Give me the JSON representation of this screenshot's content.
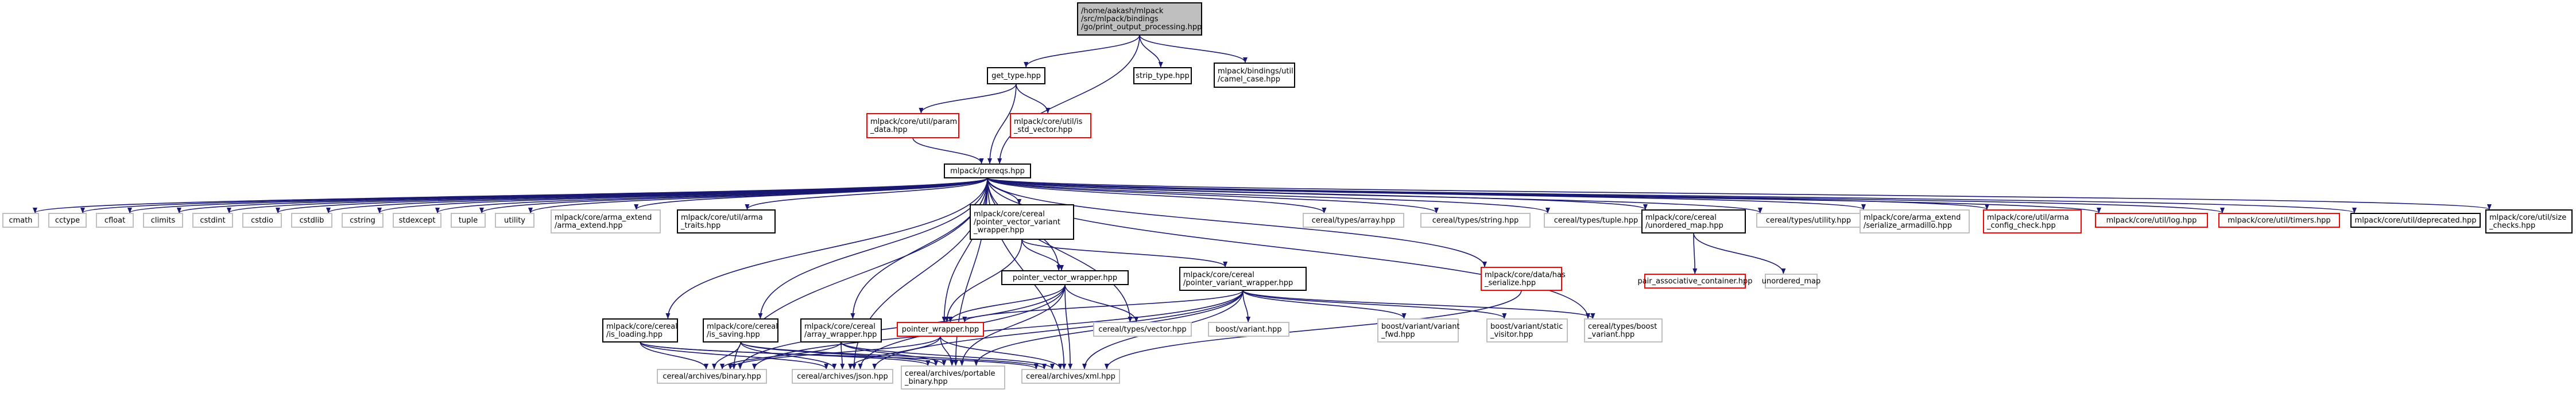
{
  "colors": {
    "edge": "#191970",
    "root_fill": "#bfbfbf",
    "normal_fill": "#ffffff",
    "normal_border": "#000000",
    "gray_border": "#bfbfbf",
    "red_border": "#ff0000",
    "text": "#000000"
  },
  "nodes": [
    {
      "id": "root",
      "style": "root",
      "lines": [
        "/home/aakash/mlpack",
        "/src/mlpack/bindings",
        "/go/print_output_processing.hpp"
      ]
    },
    {
      "id": "get_type",
      "style": "normal",
      "lines": [
        "get_type.hpp"
      ]
    },
    {
      "id": "strip_type",
      "style": "normal",
      "lines": [
        "strip_type.hpp"
      ]
    },
    {
      "id": "camel_case",
      "style": "normal",
      "lines": [
        "mlpack/bindings/util",
        "/camel_case.hpp"
      ]
    },
    {
      "id": "param_data",
      "style": "red",
      "lines": [
        "mlpack/core/util/param",
        "_data.hpp"
      ]
    },
    {
      "id": "is_std_vector",
      "style": "red",
      "lines": [
        "mlpack/core/util/is",
        "_std_vector.hpp"
      ]
    },
    {
      "id": "prereqs",
      "style": "normal",
      "lines": [
        "mlpack/prereqs.hpp"
      ]
    },
    {
      "id": "cmath",
      "style": "gray",
      "lines": [
        "cmath"
      ]
    },
    {
      "id": "cctype",
      "style": "gray",
      "lines": [
        "cctype"
      ]
    },
    {
      "id": "cfloat",
      "style": "gray",
      "lines": [
        "cfloat"
      ]
    },
    {
      "id": "climits",
      "style": "gray",
      "lines": [
        "climits"
      ]
    },
    {
      "id": "cstdint",
      "style": "gray",
      "lines": [
        "cstdint"
      ]
    },
    {
      "id": "cstdio",
      "style": "gray",
      "lines": [
        "cstdio"
      ]
    },
    {
      "id": "cstdlib",
      "style": "gray",
      "lines": [
        "cstdlib"
      ]
    },
    {
      "id": "cstring",
      "style": "gray",
      "lines": [
        "cstring"
      ]
    },
    {
      "id": "stdexcept",
      "style": "gray",
      "lines": [
        "stdexcept"
      ]
    },
    {
      "id": "tuple",
      "style": "gray",
      "lines": [
        "tuple"
      ]
    },
    {
      "id": "utility",
      "style": "gray",
      "lines": [
        "utility"
      ]
    },
    {
      "id": "arma_extend",
      "style": "gray",
      "lines": [
        "mlpack/core/arma_extend",
        "/arma_extend.hpp"
      ]
    },
    {
      "id": "arma_traits",
      "style": "normal",
      "lines": [
        "mlpack/core/util/arma",
        "_traits.hpp"
      ]
    },
    {
      "id": "pvv_wrapper",
      "style": "normal",
      "lines": [
        "mlpack/core/cereal",
        "/pointer_vector_variant",
        "_wrapper.hpp"
      ]
    },
    {
      "id": "types_array",
      "style": "gray",
      "lines": [
        "cereal/types/array.hpp"
      ]
    },
    {
      "id": "types_string",
      "style": "gray",
      "lines": [
        "cereal/types/string.hpp"
      ]
    },
    {
      "id": "types_tuple",
      "style": "gray",
      "lines": [
        "cereal/types/tuple.hpp"
      ]
    },
    {
      "id": "unordered_map",
      "style": "normal",
      "lines": [
        "mlpack/core/cereal",
        "/unordered_map.hpp"
      ]
    },
    {
      "id": "types_utility",
      "style": "gray",
      "lines": [
        "cereal/types/utility.hpp"
      ]
    },
    {
      "id": "serialize_armadillo",
      "style": "gray",
      "lines": [
        "mlpack/core/arma_extend",
        "/serialize_armadillo.hpp"
      ]
    },
    {
      "id": "arma_config_check",
      "style": "red",
      "lines": [
        "mlpack/core/util/arma",
        "_config_check.hpp"
      ]
    },
    {
      "id": "log",
      "style": "red",
      "lines": [
        "mlpack/core/util/log.hpp"
      ]
    },
    {
      "id": "timers",
      "style": "red",
      "lines": [
        "mlpack/core/util/timers.hpp"
      ]
    },
    {
      "id": "deprecated",
      "style": "normal",
      "lines": [
        "mlpack/core/util/deprecated.hpp"
      ]
    },
    {
      "id": "size_checks",
      "style": "normal",
      "lines": [
        "mlpack/core/util/size",
        "_checks.hpp"
      ]
    },
    {
      "id": "pointer_vector_wrapper",
      "style": "normal",
      "lines": [
        "pointer_vector_wrapper.hpp"
      ]
    },
    {
      "id": "pvariant_wrapper",
      "style": "normal",
      "lines": [
        "mlpack/core/cereal",
        "/pointer_variant_wrapper.hpp"
      ]
    },
    {
      "id": "has_serialize",
      "style": "red",
      "lines": [
        "mlpack/core/data/has",
        "_serialize.hpp"
      ]
    },
    {
      "id": "pair_assoc",
      "style": "red",
      "lines": [
        "pair_associative_container.hpp"
      ]
    },
    {
      "id": "unordered_map_std",
      "style": "gray",
      "lines": [
        "unordered_map"
      ]
    },
    {
      "id": "is_loading",
      "style": "normal",
      "lines": [
        "mlpack/core/cereal",
        "/is_loading.hpp"
      ]
    },
    {
      "id": "is_saving",
      "style": "normal",
      "lines": [
        "mlpack/core/cereal",
        "/is_saving.hpp"
      ]
    },
    {
      "id": "array_wrapper",
      "style": "normal",
      "lines": [
        "mlpack/core/cereal",
        "/array_wrapper.hpp"
      ]
    },
    {
      "id": "pointer_wrapper",
      "style": "red",
      "lines": [
        "pointer_wrapper.hpp"
      ]
    },
    {
      "id": "types_vector",
      "style": "gray",
      "lines": [
        "cereal/types/vector.hpp"
      ]
    },
    {
      "id": "boost_variant",
      "style": "gray",
      "lines": [
        "boost/variant.hpp"
      ]
    },
    {
      "id": "boost_variant_fwd",
      "style": "gray",
      "lines": [
        "boost/variant/variant",
        "_fwd.hpp"
      ]
    },
    {
      "id": "boost_static_visitor",
      "style": "gray",
      "lines": [
        "boost/variant/static",
        "_visitor.hpp"
      ]
    },
    {
      "id": "types_boost_variant",
      "style": "gray",
      "lines": [
        "cereal/types/boost",
        "_variant.hpp"
      ]
    },
    {
      "id": "archives_binary",
      "style": "gray",
      "lines": [
        "cereal/archives/binary.hpp"
      ]
    },
    {
      "id": "archives_json",
      "style": "gray",
      "lines": [
        "cereal/archives/json.hpp"
      ]
    },
    {
      "id": "archives_portable_binary",
      "style": "gray",
      "lines": [
        "cereal/archives/portable",
        "_binary.hpp"
      ]
    },
    {
      "id": "archives_xml",
      "style": "gray",
      "lines": [
        "cereal/archives/xml.hpp"
      ]
    }
  ],
  "edges": [
    [
      "root",
      "get_type"
    ],
    [
      "root",
      "strip_type"
    ],
    [
      "root",
      "camel_case"
    ],
    [
      "root",
      "prereqs"
    ],
    [
      "get_type",
      "param_data"
    ],
    [
      "get_type",
      "is_std_vector"
    ],
    [
      "get_type",
      "prereqs"
    ],
    [
      "param_data",
      "prereqs"
    ],
    [
      "prereqs",
      "cmath"
    ],
    [
      "prereqs",
      "cctype"
    ],
    [
      "prereqs",
      "cfloat"
    ],
    [
      "prereqs",
      "climits"
    ],
    [
      "prereqs",
      "cstdint"
    ],
    [
      "prereqs",
      "cstdio"
    ],
    [
      "prereqs",
      "cstdlib"
    ],
    [
      "prereqs",
      "cstring"
    ],
    [
      "prereqs",
      "stdexcept"
    ],
    [
      "prereqs",
      "tuple"
    ],
    [
      "prereqs",
      "utility"
    ],
    [
      "prereqs",
      "arma_extend"
    ],
    [
      "prereqs",
      "arma_traits"
    ],
    [
      "prereqs",
      "pvv_wrapper"
    ],
    [
      "prereqs",
      "types_array"
    ],
    [
      "prereqs",
      "types_string"
    ],
    [
      "prereqs",
      "types_tuple"
    ],
    [
      "prereqs",
      "unordered_map"
    ],
    [
      "prereqs",
      "types_utility"
    ],
    [
      "prereqs",
      "serialize_armadillo"
    ],
    [
      "prereqs",
      "arma_config_check"
    ],
    [
      "prereqs",
      "log"
    ],
    [
      "prereqs",
      "timers"
    ],
    [
      "prereqs",
      "deprecated"
    ],
    [
      "prereqs",
      "size_checks"
    ],
    [
      "prereqs",
      "pointer_vector_wrapper"
    ],
    [
      "prereqs",
      "has_serialize"
    ],
    [
      "prereqs",
      "is_loading"
    ],
    [
      "prereqs",
      "is_saving"
    ],
    [
      "prereqs",
      "array_wrapper"
    ],
    [
      "prereqs",
      "pointer_wrapper"
    ],
    [
      "prereqs",
      "types_vector"
    ],
    [
      "prereqs",
      "types_boost_variant"
    ],
    [
      "prereqs",
      "archives_binary"
    ],
    [
      "prereqs",
      "archives_json"
    ],
    [
      "prereqs",
      "archives_xml"
    ],
    [
      "prereqs",
      "archives_portable_binary"
    ],
    [
      "pvv_wrapper",
      "pointer_vector_wrapper"
    ],
    [
      "pvv_wrapper",
      "pvariant_wrapper"
    ],
    [
      "pvv_wrapper",
      "pointer_wrapper"
    ],
    [
      "unordered_map",
      "pair_assoc"
    ],
    [
      "unordered_map",
      "unordered_map_std"
    ],
    [
      "pointer_vector_wrapper",
      "pointer_wrapper"
    ],
    [
      "pointer_vector_wrapper",
      "types_vector"
    ],
    [
      "pointer_vector_wrapper",
      "archives_binary"
    ],
    [
      "pointer_vector_wrapper",
      "archives_json"
    ],
    [
      "pointer_vector_wrapper",
      "archives_portable_binary"
    ],
    [
      "pointer_vector_wrapper",
      "archives_xml"
    ],
    [
      "pvariant_wrapper",
      "pointer_wrapper"
    ],
    [
      "pvariant_wrapper",
      "boost_variant"
    ],
    [
      "pvariant_wrapper",
      "boost_variant_fwd"
    ],
    [
      "pvariant_wrapper",
      "boost_static_visitor"
    ],
    [
      "pvariant_wrapper",
      "types_boost_variant"
    ],
    [
      "pvariant_wrapper",
      "archives_binary"
    ],
    [
      "pvariant_wrapper",
      "archives_json"
    ],
    [
      "pvariant_wrapper",
      "archives_portable_binary"
    ],
    [
      "pvariant_wrapper",
      "archives_xml"
    ],
    [
      "is_loading",
      "archives_binary"
    ],
    [
      "is_loading",
      "archives_json"
    ],
    [
      "is_loading",
      "archives_portable_binary"
    ],
    [
      "is_loading",
      "archives_xml"
    ],
    [
      "is_saving",
      "archives_binary"
    ],
    [
      "is_saving",
      "archives_json"
    ],
    [
      "is_saving",
      "archives_portable_binary"
    ],
    [
      "is_saving",
      "archives_xml"
    ],
    [
      "array_wrapper",
      "archives_binary"
    ],
    [
      "array_wrapper",
      "archives_json"
    ],
    [
      "array_wrapper",
      "archives_portable_binary"
    ],
    [
      "array_wrapper",
      "archives_xml"
    ],
    [
      "pointer_wrapper",
      "archives_binary"
    ],
    [
      "pointer_wrapper",
      "archives_json"
    ],
    [
      "pointer_wrapper",
      "archives_portable_binary"
    ],
    [
      "pointer_wrapper",
      "archives_xml"
    ],
    [
      "has_serialize",
      "archives_xml"
    ]
  ]
}
